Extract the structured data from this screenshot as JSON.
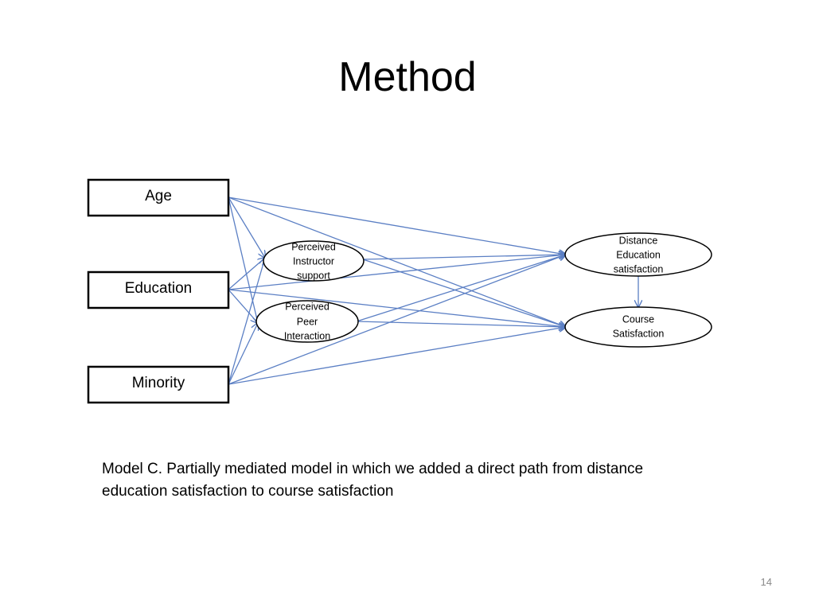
{
  "slide": {
    "title": "Method",
    "page_number": "14"
  },
  "diagram": {
    "arrow_color": "#5b7fc4",
    "outline_color": "#000000",
    "predictors": [
      {
        "id": "age",
        "label": "Age"
      },
      {
        "id": "education",
        "label": "Education"
      },
      {
        "id": "minority",
        "label": "Minority"
      }
    ],
    "mediators": [
      {
        "id": "instructor",
        "lines": [
          "Perceived",
          "Instructor",
          "support"
        ]
      },
      {
        "id": "peer",
        "lines": [
          "Perceived",
          "Peer",
          "Interaction"
        ]
      }
    ],
    "outcomes": [
      {
        "id": "distance",
        "lines": [
          "Distance",
          "Education",
          "satisfaction"
        ]
      },
      {
        "id": "course",
        "lines": [
          "Course",
          "Satisfaction"
        ]
      }
    ],
    "paths": [
      {
        "from": "age",
        "to": "instructor"
      },
      {
        "from": "age",
        "to": "peer"
      },
      {
        "from": "age",
        "to": "distance"
      },
      {
        "from": "age",
        "to": "course"
      },
      {
        "from": "education",
        "to": "instructor"
      },
      {
        "from": "education",
        "to": "peer"
      },
      {
        "from": "education",
        "to": "distance"
      },
      {
        "from": "education",
        "to": "course"
      },
      {
        "from": "minority",
        "to": "instructor"
      },
      {
        "from": "minority",
        "to": "peer"
      },
      {
        "from": "minority",
        "to": "distance"
      },
      {
        "from": "minority",
        "to": "course"
      },
      {
        "from": "instructor",
        "to": "distance"
      },
      {
        "from": "instructor",
        "to": "course"
      },
      {
        "from": "peer",
        "to": "distance"
      },
      {
        "from": "peer",
        "to": "course"
      },
      {
        "from": "distance",
        "to": "course"
      }
    ]
  },
  "caption": {
    "line1": "Model C. Partially mediated model in which we added a direct path from distance",
    "line2": "education satisfaction to course satisfaction"
  }
}
